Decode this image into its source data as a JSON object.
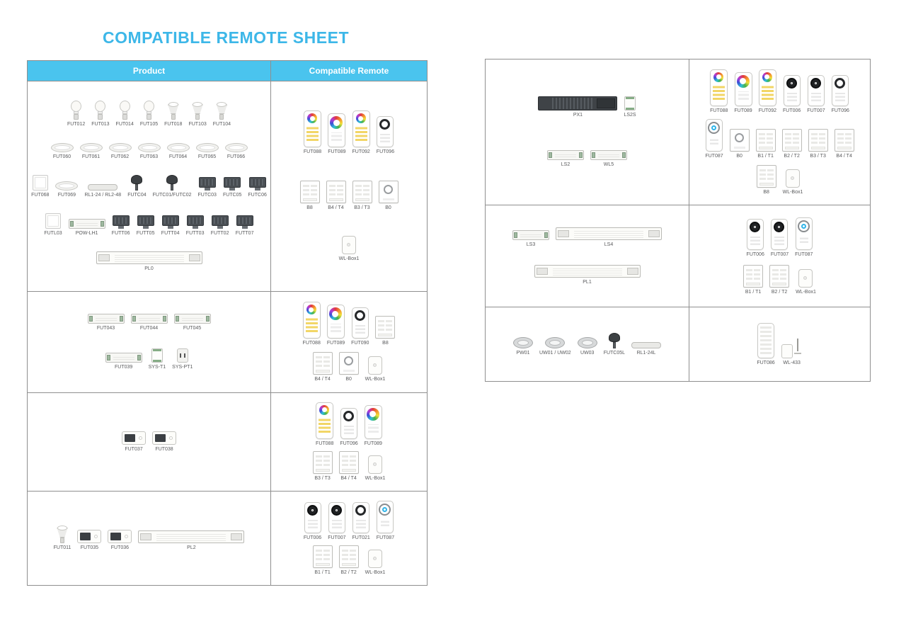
{
  "title": "COMPATIBLE REMOTE SHEET",
  "colors": {
    "title": "#3db7e8",
    "table_header_bg": "#4ac4ee",
    "table_header_text": "#ffffff",
    "border": "#8f8f8f"
  },
  "left_table": {
    "headers": {
      "product": "Product",
      "remote": "Compatible Remote"
    },
    "rows": [
      {
        "products": [
          [
            {
              "label": "FUT012",
              "icon": "bulb-icon"
            },
            {
              "label": "FUT013",
              "icon": "bulb-icon"
            },
            {
              "label": "FUT014",
              "icon": "bulb-icon"
            },
            {
              "label": "FUT105",
              "icon": "bulb-icon"
            },
            {
              "label": "FUT018",
              "icon": "spot-icon"
            },
            {
              "label": "FUT103",
              "icon": "spot-icon"
            },
            {
              "label": "FUT104",
              "icon": "spot-icon"
            }
          ],
          [
            {
              "label": "FUT060",
              "icon": "downlight-icon"
            },
            {
              "label": "FUT061",
              "icon": "downlight-icon"
            },
            {
              "label": "FUT062",
              "icon": "downlight-icon"
            },
            {
              "label": "FUT063",
              "icon": "downlight-icon"
            },
            {
              "label": "FUT064",
              "icon": "downlight-icon"
            },
            {
              "label": "FUT065",
              "icon": "downlight-icon"
            },
            {
              "label": "FUT066",
              "icon": "downlight-icon"
            }
          ],
          [
            {
              "label": "FUT068",
              "icon": "panel-light-icon"
            },
            {
              "label": "FUT069",
              "icon": "downlight-icon"
            },
            {
              "label": "RL1-24 / RL2-48",
              "icon": "bar-icon"
            },
            {
              "label": "FUTC04",
              "icon": "garden-icon"
            },
            {
              "label": "FUTC01/FUTC02",
              "icon": "garden-icon"
            },
            {
              "label": "FUTC03",
              "icon": "flood-icon"
            },
            {
              "label": "FUTC05",
              "icon": "flood-icon"
            },
            {
              "label": "FUTC06",
              "icon": "flood-icon"
            }
          ],
          [
            {
              "label": "FUTL03",
              "icon": "panel-light-icon"
            },
            {
              "label": "POW-LH1",
              "icon": "controller-icon"
            },
            {
              "label": "FUTT06",
              "icon": "flood-icon"
            },
            {
              "label": "FUTT05",
              "icon": "flood-icon"
            },
            {
              "label": "FUTT04",
              "icon": "flood-icon"
            },
            {
              "label": "FUTT03",
              "icon": "flood-icon"
            },
            {
              "label": "FUTT02",
              "icon": "flood-icon"
            },
            {
              "label": "FUTT07",
              "icon": "flood-icon"
            }
          ],
          [
            {
              "label": "PL0",
              "icon": "driver-icon"
            }
          ]
        ],
        "remotes": [
          [
            {
              "label": "FUT088",
              "icon": "remote-keypad-icon"
            },
            {
              "label": "FUT089",
              "icon": "remote-dial-icon"
            },
            {
              "label": "FUT092",
              "icon": "remote-keypad-icon"
            },
            {
              "label": "FUT096",
              "icon": "remote-round-icon"
            }
          ],
          [
            {
              "label": "B8",
              "icon": "wall-panel-icon"
            },
            {
              "label": "B4 / T4",
              "icon": "wall-panel-icon"
            },
            {
              "label": "B3 / T3",
              "icon": "wall-panel-icon"
            },
            {
              "label": "B0",
              "icon": "wall-dial-icon"
            }
          ],
          [
            {
              "label": "WL-Box1",
              "icon": "gateway-icon"
            }
          ]
        ]
      },
      {
        "products": [
          [
            {
              "label": "FUT043",
              "icon": "controller-icon"
            },
            {
              "label": "FUT044",
              "icon": "controller-icon"
            },
            {
              "label": "FUT045",
              "icon": "controller-icon"
            }
          ],
          [
            {
              "label": "FUT039",
              "icon": "controller-icon"
            },
            {
              "label": "SYS-T1",
              "icon": "module-icon"
            },
            {
              "label": "SYS-PT1",
              "icon": "plug-icon"
            }
          ]
        ],
        "remotes": [
          [
            {
              "label": "FUT088",
              "icon": "remote-keypad-icon"
            },
            {
              "label": "FUT089",
              "icon": "remote-dial-icon"
            },
            {
              "label": "FUT090",
              "icon": "remote-round-icon"
            },
            {
              "label": "B8",
              "icon": "wall-panel-icon"
            }
          ],
          [
            {
              "label": "B4 / T4",
              "icon": "wall-panel-icon"
            },
            {
              "label": "B0",
              "icon": "wall-dial-icon"
            },
            {
              "label": "WL-Box1",
              "icon": "gateway-icon"
            }
          ]
        ]
      },
      {
        "products": [
          [
            {
              "label": "FUT037",
              "icon": "screenbox-icon"
            },
            {
              "label": "FUT038",
              "icon": "screenbox-icon"
            }
          ]
        ],
        "remotes": [
          [
            {
              "label": "FUT088",
              "icon": "remote-keypad-icon"
            },
            {
              "label": "FUT096",
              "icon": "remote-round-icon"
            },
            {
              "label": "FUT089",
              "icon": "remote-dial-icon"
            }
          ],
          [
            {
              "label": "B3 / T3",
              "icon": "wall-panel-icon"
            },
            {
              "label": "B4 / T4",
              "icon": "wall-panel-icon"
            },
            {
              "label": "WL-Box1",
              "icon": "gateway-icon"
            }
          ]
        ]
      },
      {
        "products": [
          [
            {
              "label": "FUT011",
              "icon": "spot-icon"
            },
            {
              "label": "FUT035",
              "icon": "screenbox-icon"
            },
            {
              "label": "FUT036",
              "icon": "screenbox-icon"
            },
            {
              "label": "PL2",
              "icon": "driver-icon"
            }
          ]
        ],
        "remotes": [
          [
            {
              "label": "FUT006",
              "icon": "remote-round-dark-icon"
            },
            {
              "label": "FUT007",
              "icon": "remote-round-dark-icon"
            },
            {
              "label": "FUT021",
              "icon": "remote-round-icon"
            },
            {
              "label": "FUT087",
              "icon": "remote-dial2-icon"
            }
          ],
          [
            {
              "label": "B1 / T1",
              "icon": "wall-panel-icon"
            },
            {
              "label": "B2 / T2",
              "icon": "wall-panel-icon"
            },
            {
              "label": "WL-Box1",
              "icon": "gateway-icon"
            }
          ]
        ]
      }
    ]
  },
  "right_table": {
    "rows": [
      {
        "products": [
          [
            {
              "label": "PX1",
              "icon": "psu-icon"
            },
            {
              "label": "LS2S",
              "icon": "module-icon"
            }
          ],
          [
            {
              "label": "LS2",
              "icon": "controller-icon"
            },
            {
              "label": "WL5",
              "icon": "controller-icon"
            }
          ]
        ],
        "remotes": [
          [
            {
              "label": "FUT088",
              "icon": "remote-keypad-icon"
            },
            {
              "label": "FUT089",
              "icon": "remote-dial-icon"
            },
            {
              "label": "FUT092",
              "icon": "remote-keypad-icon"
            },
            {
              "label": "FUT006",
              "icon": "remote-round-dark-icon"
            },
            {
              "label": "FUT007",
              "icon": "remote-round-dark-icon"
            },
            {
              "label": "FUT096",
              "icon": "remote-round-icon"
            }
          ],
          [
            {
              "label": "FUT087",
              "icon": "remote-dial2-icon"
            },
            {
              "label": "B0",
              "icon": "wall-dial-icon"
            },
            {
              "label": "B1 / T1",
              "icon": "wall-panel-icon"
            },
            {
              "label": "B2 / T2",
              "icon": "wall-panel-icon"
            },
            {
              "label": "B3 / T3",
              "icon": "wall-panel-icon"
            },
            {
              "label": "B4 / T4",
              "icon": "wall-panel-icon"
            }
          ],
          [
            {
              "label": "B8",
              "icon": "wall-panel-icon"
            },
            {
              "label": "WL-Box1",
              "icon": "gateway-icon"
            }
          ]
        ]
      },
      {
        "products": [
          [
            {
              "label": "LS3",
              "icon": "controller-icon"
            },
            {
              "label": "LS4",
              "icon": "driver-icon"
            }
          ],
          [
            {
              "label": "PL1",
              "icon": "driver-icon"
            }
          ]
        ],
        "remotes": [
          [
            {
              "label": "FUT006",
              "icon": "remote-round-dark-icon"
            },
            {
              "label": "FUT007",
              "icon": "remote-round-dark-icon"
            },
            {
              "label": "FUT087",
              "icon": "remote-dial2-icon"
            }
          ],
          [
            {
              "label": "B1 / T1",
              "icon": "wall-panel-icon"
            },
            {
              "label": "B2 / T2",
              "icon": "wall-panel-icon"
            },
            {
              "label": "WL-Box1",
              "icon": "gateway-icon"
            }
          ]
        ]
      },
      {
        "products": [
          [
            {
              "label": "PW01",
              "icon": "underwater-icon"
            },
            {
              "label": "UW01 / UW02",
              "icon": "underwater-icon"
            },
            {
              "label": "UW03",
              "icon": "underwater-icon"
            },
            {
              "label": "FUTC05L",
              "icon": "garden-icon"
            },
            {
              "label": "RL1-24L",
              "icon": "bar-icon"
            }
          ]
        ],
        "remotes": [
          [
            {
              "label": "FUT086",
              "icon": "remote-plain-icon"
            },
            {
              "label": "WL-433",
              "icon": "gateway-antenna-icon"
            }
          ]
        ]
      }
    ]
  }
}
